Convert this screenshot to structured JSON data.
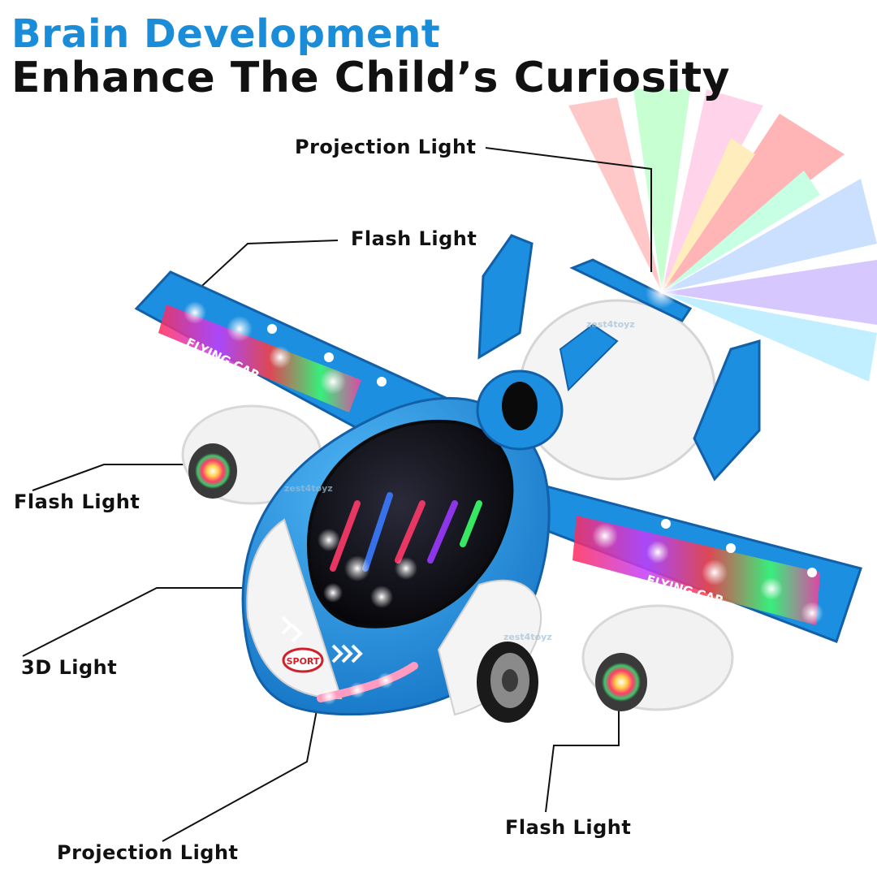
{
  "headline": {
    "line1": "Brain Development",
    "line2": "Enhance The Child’s Curiosity"
  },
  "callouts": {
    "projection_light_top": "Projection Light",
    "flash_light_wing": "Flash Light",
    "flash_light_left_engine": "Flash Light",
    "light_3d": "3D Light",
    "projection_light_bottom": "Projection Light",
    "flash_light_right_engine": "Flash Light"
  },
  "decals": {
    "left_wing": "FLYING CAR",
    "right_wing": "FLYING CAR",
    "nose_badge": "SPORT"
  },
  "watermark": "zest4toyz",
  "colors": {
    "headline_blue": "#1a8cd8",
    "headline_dark": "#111111",
    "toy_blue": "#1d8fe0",
    "toy_white": "#f4f4f4"
  }
}
